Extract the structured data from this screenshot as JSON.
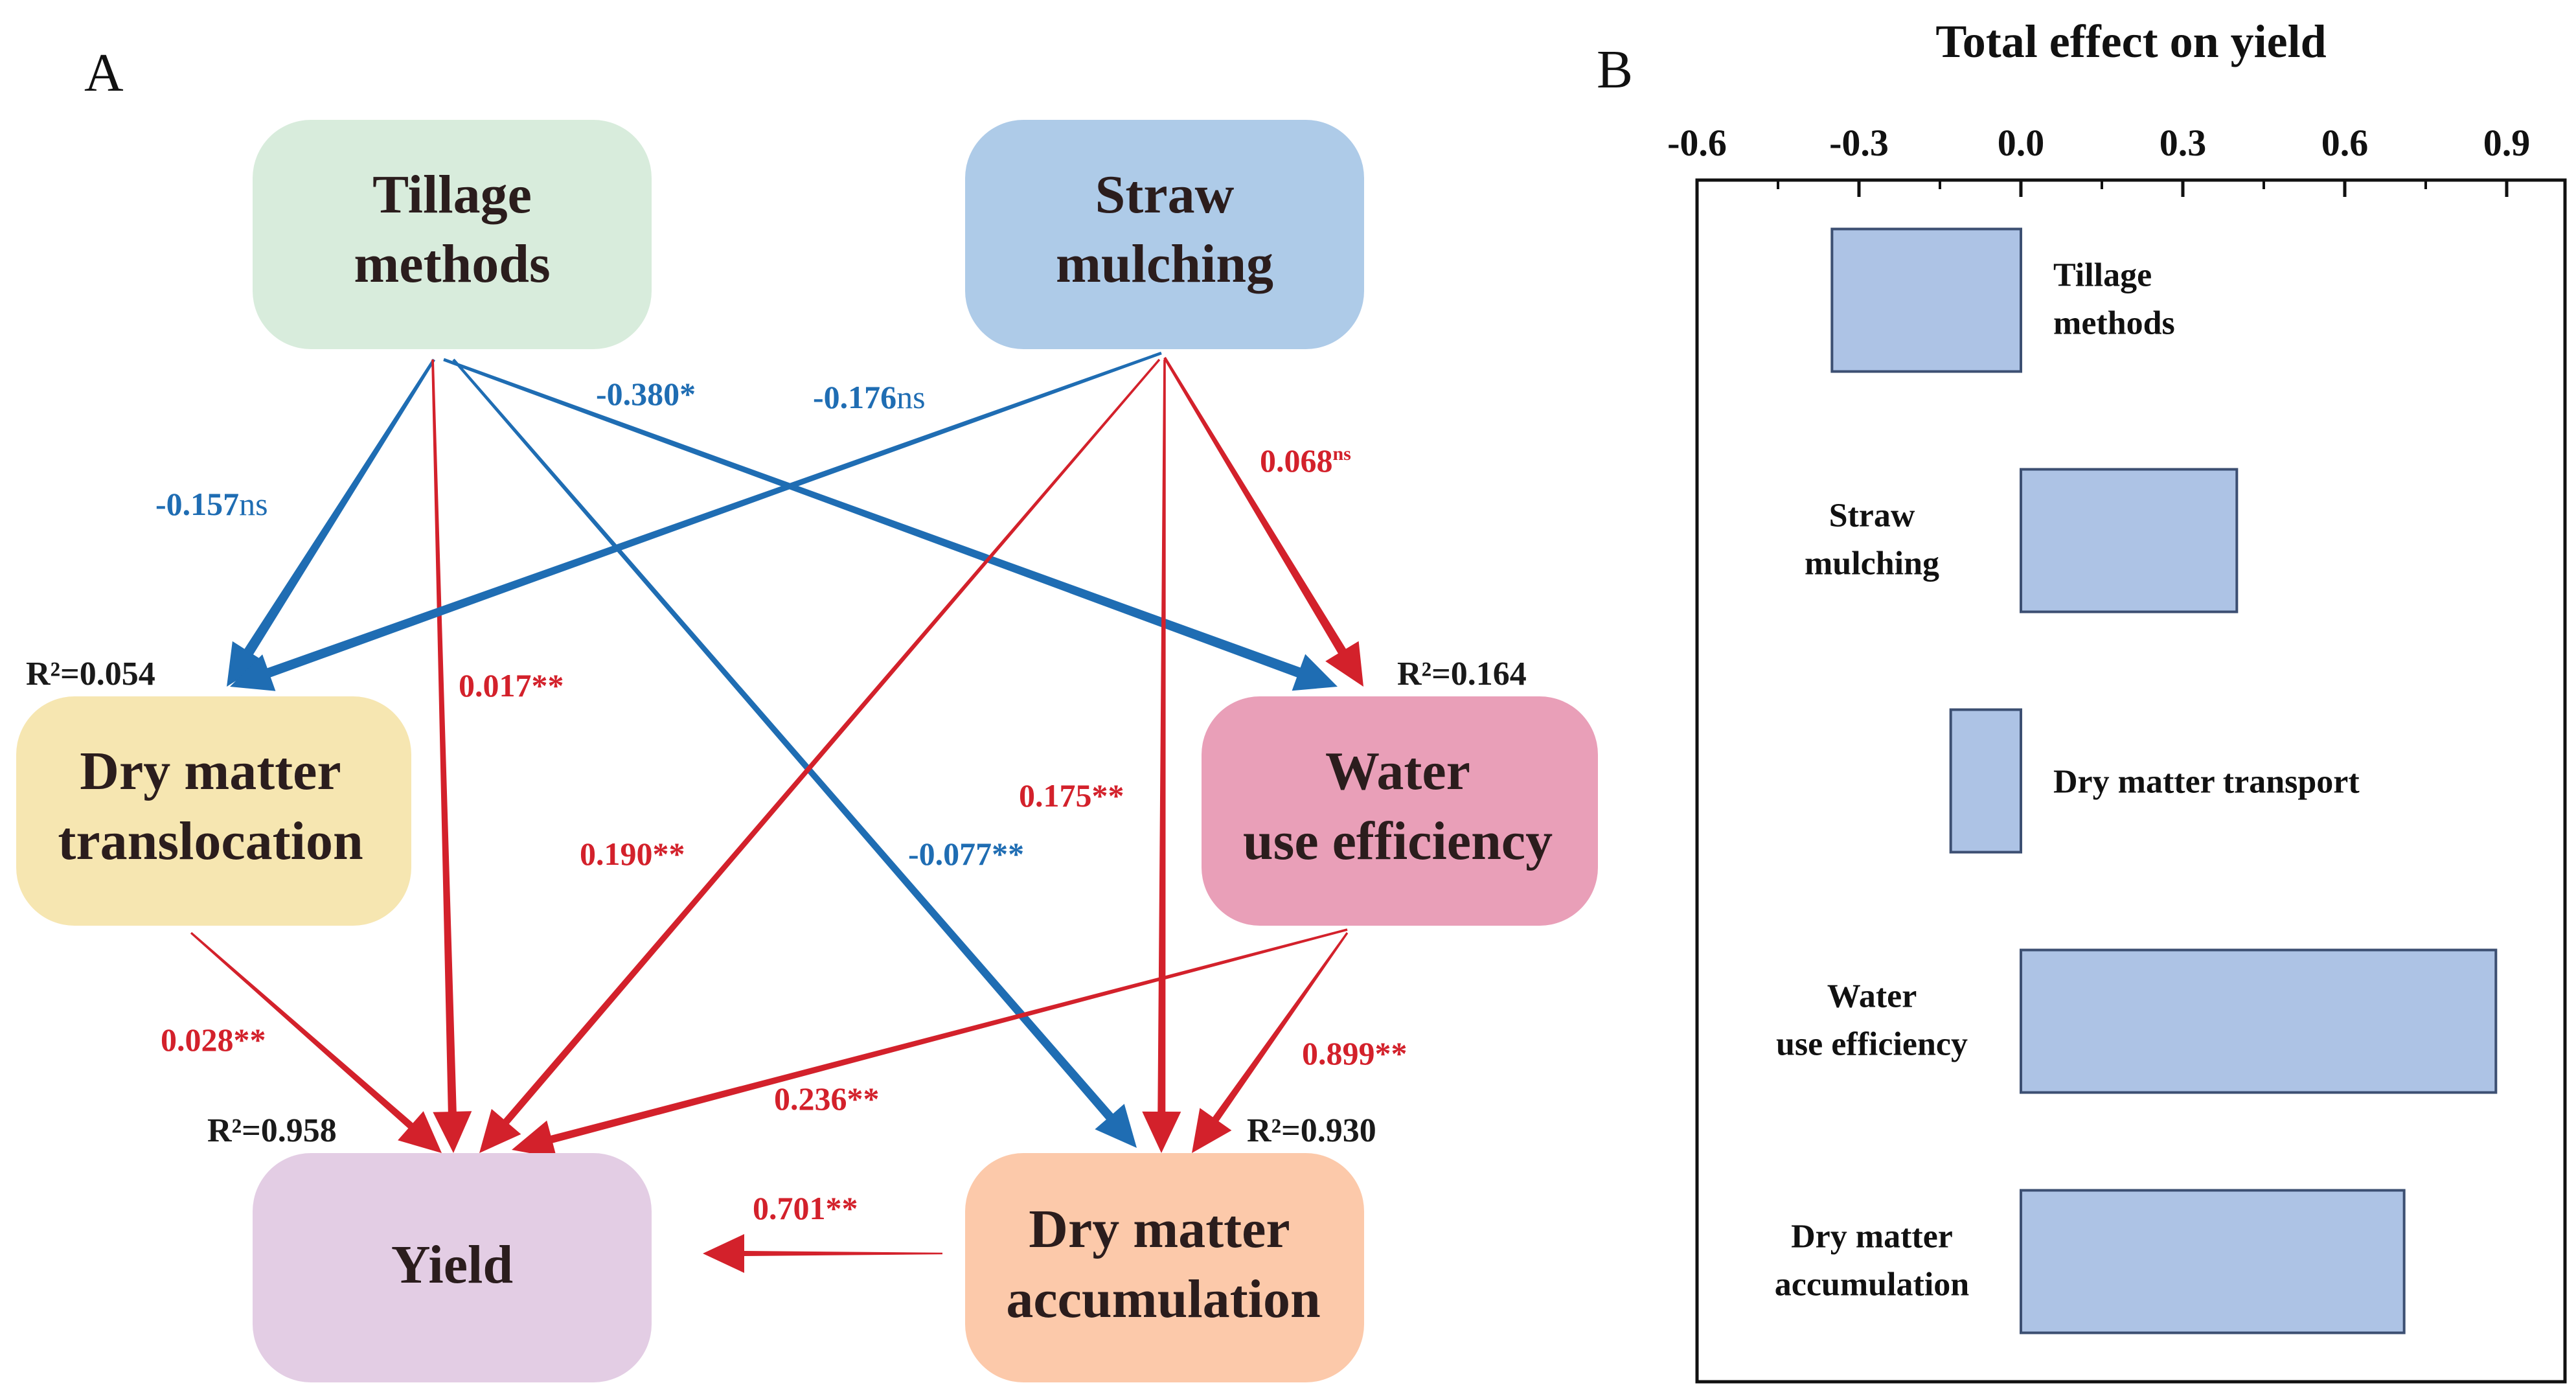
{
  "panel_a": {
    "letter": "A",
    "nodes": {
      "tillage": [
        "Tillage",
        "methods"
      ],
      "straw": [
        "Straw",
        "mulching"
      ],
      "dmt": [
        "Dry matter",
        "translocation"
      ],
      "wue": [
        "Water",
        "use efficiency"
      ],
      "yield": [
        "Yield"
      ],
      "dma": [
        "Dry matter",
        "accumulation"
      ]
    },
    "node_colors": {
      "tillage": "#d8ecdc",
      "straw": "#aecbe8",
      "dmt": "#f6e6b1",
      "wue": "#e99fb8",
      "yield": "#e3cde4",
      "dma": "#fcc9aa"
    },
    "r2": {
      "dmt": "R²=0.054",
      "wue": "R²=0.164",
      "yield": "R²=0.958",
      "dma": "R²=0.930"
    },
    "colors": {
      "negative": "#1f6db3",
      "positive": "#d3212b"
    },
    "paths": [
      {
        "from": "tillage",
        "to": "dmt",
        "coef": "-0.157",
        "sig": "ns",
        "sign": "negative"
      },
      {
        "from": "tillage",
        "to": "wue",
        "coef": "-0.380",
        "sig": "*",
        "sign": "negative"
      },
      {
        "from": "tillage",
        "to": "yield",
        "coef": "0.017",
        "sig": "**",
        "sign": "positive"
      },
      {
        "from": "tillage",
        "to": "dma",
        "coef": "-0.077",
        "sig": "**",
        "sign": "negative"
      },
      {
        "from": "straw",
        "to": "dmt",
        "coef": "-0.176",
        "sig": "ns",
        "sign": "negative"
      },
      {
        "from": "straw",
        "to": "wue",
        "coef": "0.068",
        "sig": "ns",
        "sign": "positive"
      },
      {
        "from": "straw",
        "to": "yield",
        "coef": "0.190",
        "sig": "**",
        "sign": "positive"
      },
      {
        "from": "straw",
        "to": "dma",
        "coef": "0.175",
        "sig": "**",
        "sign": "positive"
      },
      {
        "from": "dmt",
        "to": "yield",
        "coef": "0.028",
        "sig": "**",
        "sign": "positive"
      },
      {
        "from": "wue",
        "to": "yield",
        "coef": "0.236",
        "sig": "**",
        "sign": "positive"
      },
      {
        "from": "wue",
        "to": "dma",
        "coef": "0.899",
        "sig": "**",
        "sign": "positive"
      },
      {
        "from": "dma",
        "to": "yield",
        "coef": "0.701",
        "sig": "**",
        "sign": "positive"
      }
    ]
  },
  "panel_b": {
    "letter": "B",
    "chart_data": {
      "type": "bar",
      "orientation": "horizontal",
      "title": "Total effect on yield",
      "categories": [
        [
          "Tillage",
          "methods"
        ],
        [
          "Straw",
          "mulching"
        ],
        [
          "Dry matter transport"
        ],
        [
          "Water",
          "use efficiency"
        ],
        [
          "Dry matter",
          "accumulation"
        ]
      ],
      "values": [
        -0.35,
        0.4,
        -0.13,
        0.88,
        0.71
      ],
      "xlim": [
        -0.6,
        1.02
      ],
      "xticks": [
        -0.6,
        -0.3,
        0.0,
        0.3,
        0.6,
        0.9
      ],
      "xtick_labels": [
        "-0.6",
        "-0.3",
        "0.0",
        "0.3",
        "0.6",
        "0.9"
      ],
      "axis_position": "top",
      "bar_color": "#adc3e5",
      "bar_edge": "#3c4f72"
    }
  }
}
